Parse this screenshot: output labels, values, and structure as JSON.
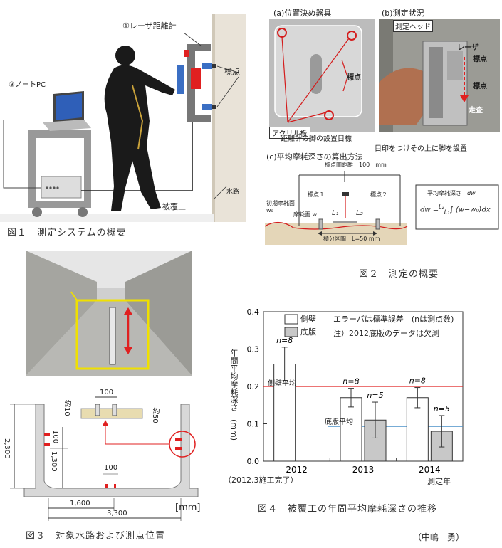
{
  "fig1": {
    "caption": "図１　測定システムの概要",
    "label_laser": "①レーザ距離計",
    "label_pc": "③ノートPC",
    "label_marker": "標点",
    "label_canal": "水路",
    "label_lining": "被覆工"
  },
  "fig2": {
    "caption": "図２　測定の概要",
    "a_title": "(a)位置決め器具",
    "b_title": "(b)測定状況",
    "head_label": "測定ヘッド",
    "laser_label": "レーザ",
    "marker_label": "標点",
    "marker_label_a": "標点",
    "scan_label": "走査",
    "acrylic_label": "アクリル板",
    "target_label": "距離計の脚の設置目標",
    "mark_note": "目印をつけその上に脚を設置",
    "c_title": "(c)平均摩耗深さの算出方法",
    "span_label": "標点間距離　100　mm",
    "point1": "標点１",
    "point2": "標点２",
    "initial_surface": "初期摩耗面",
    "initial_w": "w₀",
    "worn_surface": "摩耗面",
    "worn_w": "w",
    "L1": "L₁",
    "L2": "L₂",
    "avg_label": "平均摩耗深さ",
    "dw_sym": "dw",
    "formula_lhs": "dw =",
    "formula_rhs": "∫ (w−w₀)dx",
    "int_lo": "L₁",
    "int_hi": "L₂",
    "interval": "積分区間　L=50 mm"
  },
  "fig3": {
    "caption": "図３　対象水路および測点位置",
    "dim_100_top": "100",
    "dim_10": "約10",
    "dim_50": "約50",
    "dim_2300": "2,300",
    "dim_1300": "1,300",
    "dim_100_wall": "100",
    "dim_100_floor": "100",
    "dim_1600": "1,600",
    "dim_3300": "3,300",
    "unit": "[mm]"
  },
  "fig4": {
    "caption": "図４　被覆工の年間平均摩耗深さの推移",
    "legend_wall": "側壁",
    "legend_floor": "底版",
    "note1": "エラーバは標準誤差　(nは測点数)",
    "note2": "注）2012底版のデータは欠測",
    "wall_avg_label": "側壁平均",
    "floor_avg_label": "底版平均",
    "x_note": "（2012.3施工完了）",
    "x_sub_2014": "測定年",
    "colors": {
      "wall": "#ffffff",
      "floor": "#c8c8c8",
      "wall_avg": "#e02020",
      "floor_avg": "#4a90c8"
    }
  },
  "chart_data": {
    "type": "bar",
    "categories": [
      "2012",
      "2013",
      "2014"
    ],
    "series": [
      {
        "name": "側壁",
        "values": [
          0.26,
          0.17,
          0.17
        ],
        "errors": [
          0.045,
          0.025,
          0.027
        ],
        "n": [
          "n=8",
          "n=8",
          "n=8"
        ]
      },
      {
        "name": "底版",
        "values": [
          null,
          0.11,
          0.08
        ],
        "errors": [
          null,
          0.048,
          0.042
        ],
        "n": [
          null,
          "n=5",
          "n=5"
        ]
      }
    ],
    "reference_lines": [
      {
        "name": "側壁平均",
        "value": 0.2
      },
      {
        "name": "底版平均",
        "value": 0.093
      }
    ],
    "ylabel": "年間平均摩耗深さ　(mm)",
    "ylim": [
      0.0,
      0.4
    ],
    "yticks": [
      "0.0",
      "0.1",
      "0.2",
      "0.3",
      "0.4"
    ]
  },
  "author": "（中嶋　勇）"
}
